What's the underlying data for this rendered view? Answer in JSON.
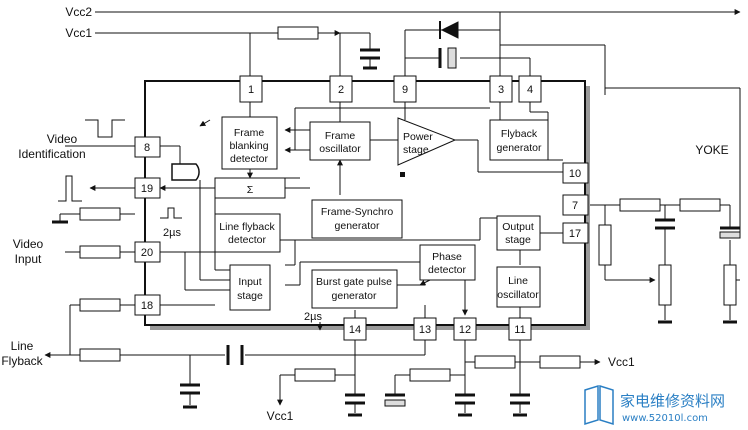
{
  "external": {
    "vcc2_top": "Vcc2",
    "vcc1_top": "Vcc1",
    "video_identification": [
      "Video",
      "Identification"
    ],
    "video_input": [
      "Video",
      "Input"
    ],
    "line_flyback": [
      "Line",
      "Flyback"
    ],
    "yoke": "YOKE",
    "vcc1_right": "Vcc1",
    "vcc1_bottom": "Vcc1",
    "two_us_left": "2µs",
    "two_us_bottom": "2µs",
    "sigma": "Σ"
  },
  "blocks": {
    "frame_blanking": [
      "Frame",
      "blanking",
      "detector"
    ],
    "frame_oscillator": [
      "Frame",
      "oscillator"
    ],
    "power_stage": [
      "Power",
      "stage"
    ],
    "flyback_generator": [
      "Flyback",
      "generator"
    ],
    "line_flyback_detector": [
      "Line flyback",
      "detector"
    ],
    "frame_synchro": [
      "Frame-Synchro",
      "generator"
    ],
    "output_stage": [
      "Output",
      "stage"
    ],
    "line_oscillator": [
      "Line",
      "oscillator"
    ],
    "phase_detector": [
      "Phase",
      "detector"
    ],
    "burst_gate": [
      "Burst gate pulse",
      "generator"
    ],
    "input_stage": [
      "Input",
      "stage"
    ]
  },
  "pins": [
    "1",
    "2",
    "9",
    "3",
    "4",
    "8",
    "19",
    "20",
    "18",
    "10",
    "7",
    "17",
    "14",
    "13",
    "12",
    "11"
  ],
  "watermark": {
    "title": "家电维修资料网",
    "url": "www.52010l.com"
  }
}
